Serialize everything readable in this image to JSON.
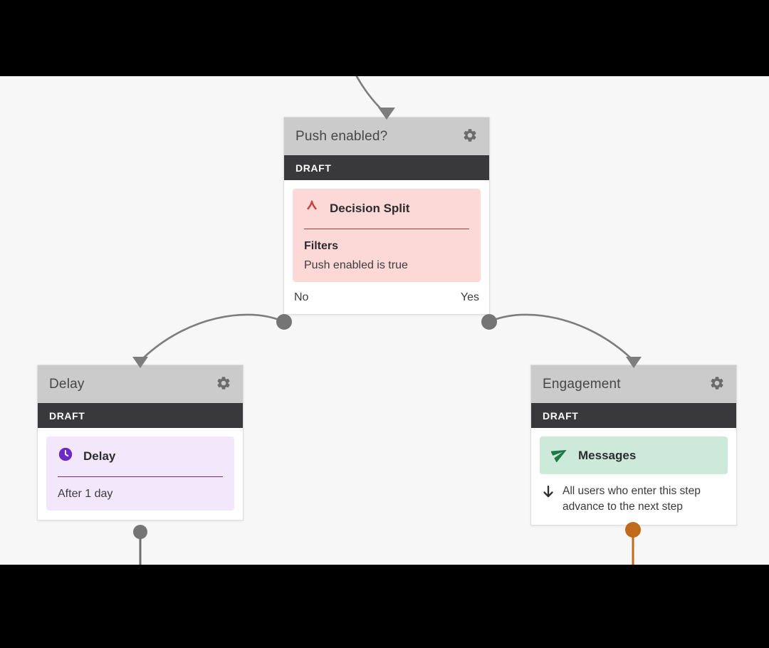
{
  "canvas": {
    "name": "journey-builder-canvas"
  },
  "colors": {
    "canvas_bg": "#f7f7f8",
    "letterbox_bars": "#000000",
    "node_header_bg": "#cbcbcb",
    "draft_band_bg": "#39393b",
    "card_bg": "#ffffff",
    "decision_accent_bg": "#fcd9d7",
    "decision_icon_red": "#c5453a",
    "decision_divider_red": "#a63d2f",
    "delay_accent_bg": "#f3e7fc",
    "delay_icon_purple": "#6d28c9",
    "engagement_accent_bg": "#cde9da",
    "engagement_icon_green": "#1d7a47",
    "connector_gray": "#7d7d7d",
    "port_dot_gray": "#757575",
    "port_dot_orange": "#c2691a"
  },
  "icons": {
    "gear": "gear-icon",
    "decision_split": "wishbone-icon",
    "delay": "clock-icon",
    "messages": "paper-plane-icon",
    "advance": "down-arrow-icon"
  },
  "nodes": [
    {
      "title": "Push enabled?",
      "status": "DRAFT",
      "block_title": "Decision Split",
      "detail_heading": "Filters",
      "detail_text": "Push enabled is true",
      "outputs": {
        "no": "No",
        "yes": "Yes"
      }
    },
    {
      "title": "Delay",
      "status": "DRAFT",
      "block_title": "Delay",
      "detail_text": "After 1 day"
    },
    {
      "title": "Engagement",
      "status": "DRAFT",
      "block_title": "Messages",
      "note_text": "All users who enter this step advance to the next step"
    }
  ]
}
